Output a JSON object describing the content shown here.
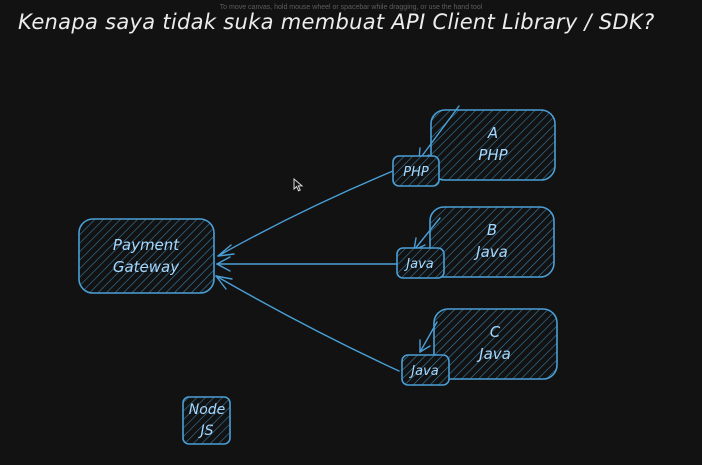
{
  "canvas_hint": "To move canvas, hold mouse wheel or spacebar while dragging, or use the hand tool",
  "title": "Kenapa saya tidak suka membuat API Client Library / SDK?",
  "colors": {
    "background": "#121212",
    "stroke": "#4a9fd6",
    "label": "#a5d8ff",
    "title": "#ececec"
  },
  "nodes": {
    "gateway": {
      "line1": "Payment",
      "line2": "Gateway"
    },
    "service_a": {
      "line1": "A",
      "line2": "PHP"
    },
    "service_b": {
      "line1": "B",
      "line2": "Java"
    },
    "service_c": {
      "line1": "C",
      "line2": "Java"
    },
    "sdk_a": {
      "label": "PHP"
    },
    "sdk_b": {
      "label": "Java"
    },
    "sdk_c": {
      "label": "Java"
    },
    "node_js": {
      "line1": "Node",
      "line2": "JS"
    }
  },
  "icons": {
    "cursor": "mouse-pointer-icon"
  }
}
